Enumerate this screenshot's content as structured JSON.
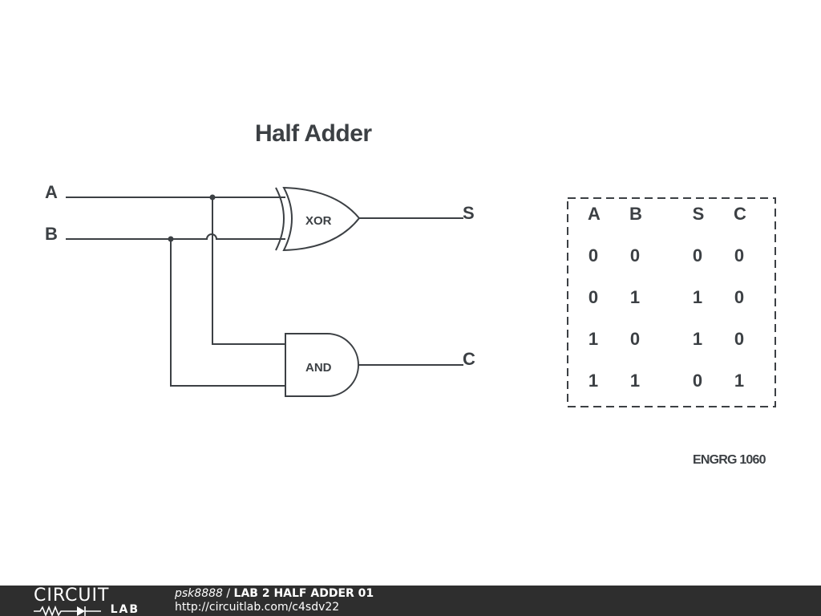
{
  "diagram": {
    "title": "Half Adder",
    "inputs": [
      "A",
      "B"
    ],
    "gates": [
      {
        "type": "XOR",
        "label": "XOR",
        "output": "S"
      },
      {
        "type": "AND",
        "label": "AND",
        "output": "C"
      }
    ],
    "outputs": [
      "S",
      "C"
    ]
  },
  "truth_table": {
    "headers": [
      "A",
      "B",
      "S",
      "C"
    ],
    "rows": [
      [
        "0",
        "0",
        "0",
        "0"
      ],
      [
        "0",
        "1",
        "1",
        "0"
      ],
      [
        "1",
        "0",
        "1",
        "0"
      ],
      [
        "1",
        "1",
        "0",
        "1"
      ]
    ]
  },
  "course_label": "ENGRG 1060",
  "footer": {
    "logo_top": "CIRCUIT",
    "logo_bottom": "LAB",
    "author": "psk8888",
    "separator": "/",
    "circuit_title": "LAB 2 HALF ADDER 01",
    "url": "http://circuitlab.com/c4sdv22"
  },
  "colors": {
    "ink": "#3c4044",
    "footer_bg": "#2e2e2e",
    "background": "#ffffff"
  }
}
